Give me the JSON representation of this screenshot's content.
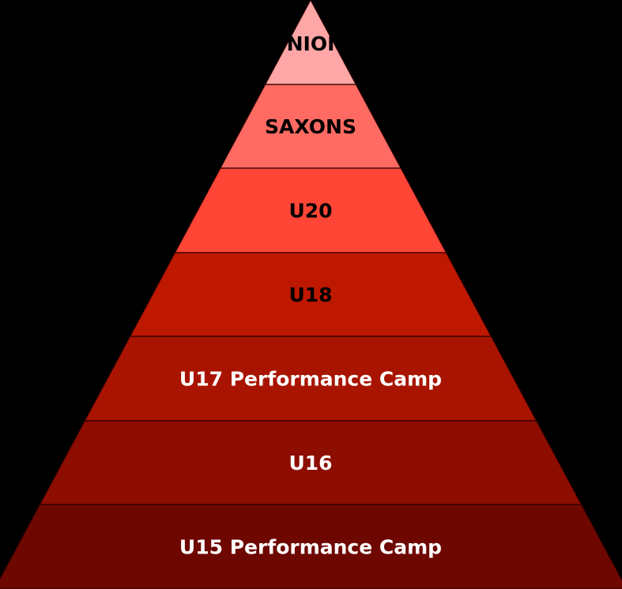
{
  "pyramid": {
    "tiers": [
      {
        "label": "NIOI",
        "fill": "#FFA6A6",
        "text_color": "#000000"
      },
      {
        "label": "SAXONS",
        "fill": "#FF6B62",
        "text_color": "#000000"
      },
      {
        "label": "U20",
        "fill": "#FF4536",
        "text_color": "#000000"
      },
      {
        "label": "U18",
        "fill": "#BE1800",
        "text_color": "#000000"
      },
      {
        "label": "U17 Performance Camp",
        "fill": "#A81400",
        "text_color": "#FFFFFF"
      },
      {
        "label": "U16",
        "fill": "#8D0D00",
        "text_color": "#FFFFFF"
      },
      {
        "label": "U15 Performance Camp",
        "fill": "#6E0700",
        "text_color": "#FFFFFF"
      }
    ],
    "separator_color": "#2A0000",
    "background": "#000000"
  }
}
